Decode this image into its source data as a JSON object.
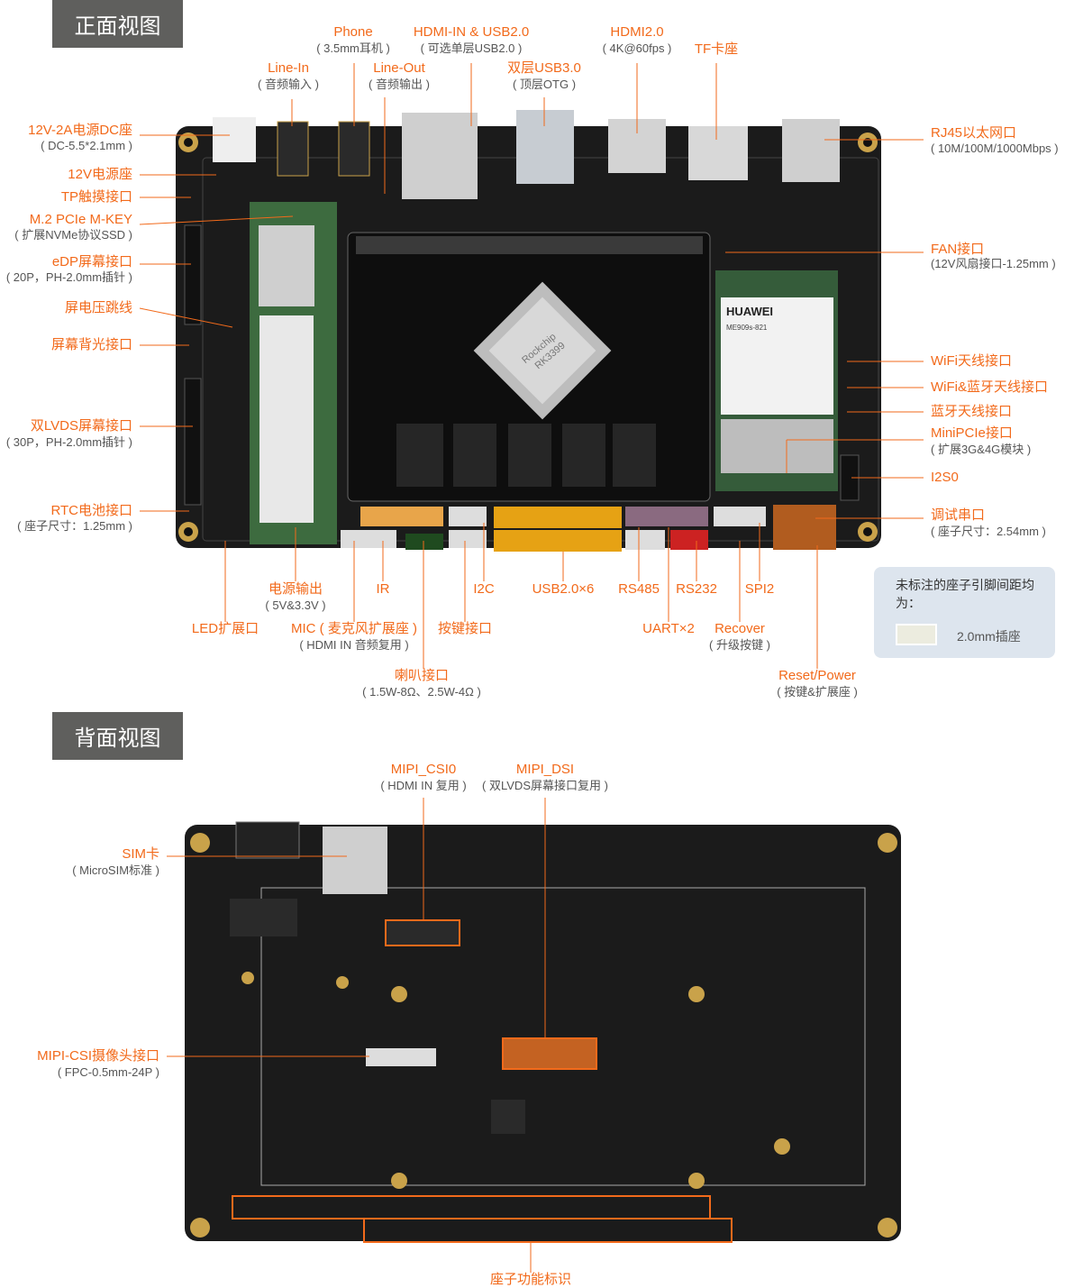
{
  "front": {
    "title": "正面视图",
    "top": [
      {
        "label": "Phone",
        "sub": "( 3.5mm耳机 )"
      },
      {
        "label": "HDMI-IN & USB2.0",
        "sub": "( 可选单层USB2.0 )"
      },
      {
        "label": "HDMI2.0",
        "sub": "( 4K@60fps )"
      },
      {
        "label": "TF卡座"
      },
      {
        "label": "Line-In",
        "sub": "( 音频输入 )"
      },
      {
        "label": "Line-Out",
        "sub": "( 音频输出 )"
      },
      {
        "label": "双层USB3.0",
        "sub": "( 顶层OTG )"
      }
    ],
    "left": [
      {
        "label": "12V-2A电源DC座",
        "sub": "( DC-5.5*2.1mm )"
      },
      {
        "label": "12V电源座"
      },
      {
        "label": "TP触摸接口"
      },
      {
        "label": "M.2 PCIe M-KEY",
        "sub": "( 扩展NVMe协议SSD )"
      },
      {
        "label": "eDP屏幕接口",
        "sub": "( 20P，PH-2.0mm插针 )"
      },
      {
        "label": "屏电压跳线"
      },
      {
        "label": "屏幕背光接口"
      },
      {
        "label": "双LVDS屏幕接口",
        "sub": "( 30P，PH-2.0mm插针 )"
      },
      {
        "label": "RTC电池接口",
        "sub": "( 座子尺寸：1.25mm )"
      }
    ],
    "right": [
      {
        "label": "RJ45以太网口",
        "sub": "( 10M/100M/1000Mbps )"
      },
      {
        "label": "FAN接口",
        "sub": "(12V风扇接口-1.25mm )"
      },
      {
        "label": "WiFi天线接口"
      },
      {
        "label": "WiFi&蓝牙天线接口"
      },
      {
        "label": "蓝牙天线接口"
      },
      {
        "label": "MiniPCIe接口",
        "sub": "( 扩展3G&4G模块 )"
      },
      {
        "label": "I2S0"
      },
      {
        "label": "调试串口",
        "sub": "( 座子尺寸：2.54mm )"
      }
    ],
    "bottom": [
      {
        "label": "电源输出",
        "sub": "( 5V&3.3V )"
      },
      {
        "label": "IR"
      },
      {
        "label": "I2C"
      },
      {
        "label": "USB2.0×6"
      },
      {
        "label": "RS485"
      },
      {
        "label": "RS232"
      },
      {
        "label": "SPI2"
      },
      {
        "label": "LED扩展口"
      },
      {
        "label": "MIC ( 麦克风扩展座 )",
        "sub": "( HDMI IN 音频复用 )"
      },
      {
        "label": "按键接口"
      },
      {
        "label": "UART×2"
      },
      {
        "label": "Recover",
        "sub": "( 升级按键 )"
      },
      {
        "label": "喇叭接口",
        "sub": "( 1.5W-8Ω、2.5W-4Ω )"
      },
      {
        "label": "Reset/Power",
        "sub": "( 按键&扩展座 )"
      }
    ],
    "legend": {
      "text": "未标注的座子引脚间距均为：",
      "value": "2.0mm插座"
    },
    "chip": {
      "brand": "Rockchip",
      "model": "RK3399"
    },
    "module": {
      "brand": "HUAWEI",
      "model": "ME909s-821"
    }
  },
  "back": {
    "title": "背面视图",
    "labels": [
      {
        "label": "MIPI_CSI0",
        "sub": "( HDMI IN 复用 )"
      },
      {
        "label": "MIPI_DSI",
        "sub": "( 双LVDS屏幕接口复用 )"
      },
      {
        "label": "SIM卡",
        "sub": "( MicroSIM标准 )"
      },
      {
        "label": "MIPI-CSI摄像头接口",
        "sub": "( FPC-0.5mm-24P )"
      },
      {
        "label": "座子功能标识"
      }
    ]
  },
  "colors": {
    "accent": "#f26a1b",
    "board": "#1b1b1b",
    "header": "#5f5f5d"
  }
}
